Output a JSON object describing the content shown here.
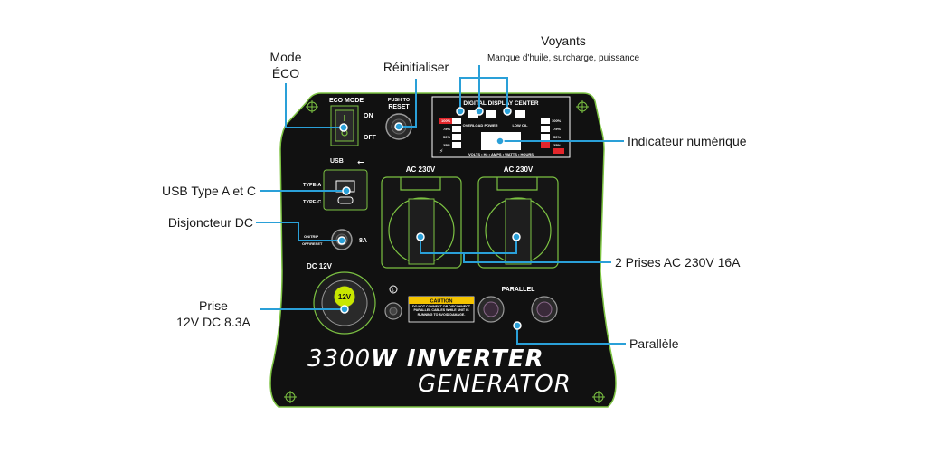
{
  "callouts": {
    "eco_mode_line1": "Mode",
    "eco_mode_line2": "ÉCO",
    "reset": "Réinitialiser",
    "indicators_title": "Voyants",
    "indicators_sub": "Manque d'huile, surcharge, puissance",
    "digital": "Indicateur numérique",
    "usb": "USB Type A et C",
    "dc_breaker": "Disjoncteur DC",
    "ac_outlets": "2 Prises AC 230V 16A",
    "dc_socket_line1": "Prise",
    "dc_socket_line2": "12V DC 8.3A",
    "parallel": "Parallèle"
  },
  "panel": {
    "eco_title": "ECO MODE",
    "eco_on": "ON",
    "eco_off": "OFF",
    "push_to": "PUSH TO",
    "reset": "RESET",
    "display_title": "DIGITAL DISPLAY CENTER",
    "led_overload": "OVERLOAD",
    "led_power": "POWER",
    "led_low_oil": "LOW OIL",
    "levels": [
      "100%",
      "75%",
      "50%",
      "25%"
    ],
    "units": "VOLTS • Hz • AMPS • WATTS • HOURS",
    "usb": "USB",
    "type_a": "TYPE-A",
    "type_c": "TYPE-C",
    "breaker_on": "ON/TRIP",
    "breaker_reset": "OFF/RESET",
    "amps": "8A",
    "dc12": "DC 12V",
    "socket_12v": "12V",
    "ac1": "AC 230V",
    "ac2": "AC 230V",
    "parallel": "PARALLEL",
    "caution_title": "CAUTION",
    "caution_body": "DO NOT CONNECT OR DISCONNECT PARALLEL CABLES WHILE UNIT IS RUNNING TO AVOID DAMAGE.",
    "brand_num": "3300",
    "brand_w": "W INVERTER",
    "brand_gen": "GENERATOR"
  },
  "colors": {
    "panel": "#111111",
    "outline": "#7cc242",
    "accent": "#2aa0d8",
    "caution": "#f5c400",
    "alert": "#e3262b"
  }
}
